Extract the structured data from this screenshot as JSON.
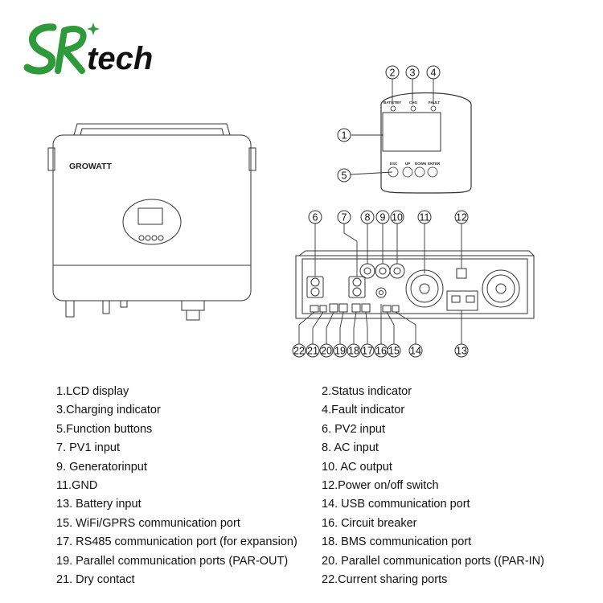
{
  "brand": {
    "logo_text": "SRtech",
    "product_brand": "GROWATT",
    "brand_color": "#2e9a3c"
  },
  "panel_labels": {
    "bat_status": "BAT/STBY",
    "chg": "CHG",
    "fault": "FAULT",
    "btn_esc": "ESC",
    "btn_up": "UP",
    "btn_down": "DOWN",
    "btn_enter": "ENTER"
  },
  "callouts": [
    {
      "n": "1"
    },
    {
      "n": "2"
    },
    {
      "n": "3"
    },
    {
      "n": "4"
    },
    {
      "n": "5"
    },
    {
      "n": "6"
    },
    {
      "n": "7"
    },
    {
      "n": "8"
    },
    {
      "n": "9"
    },
    {
      "n": "10"
    },
    {
      "n": "11"
    },
    {
      "n": "12"
    },
    {
      "n": "13"
    },
    {
      "n": "14"
    },
    {
      "n": "15"
    },
    {
      "n": "16"
    },
    {
      "n": "17"
    },
    {
      "n": "18"
    },
    {
      "n": "19"
    },
    {
      "n": "20"
    },
    {
      "n": "21"
    },
    {
      "n": "22"
    }
  ],
  "legend": {
    "left": [
      "1.LCD display",
      "3.Charging indicator",
      "5.Function buttons",
      "7. PV1 input",
      "9. Generatorinput",
      "11.GND",
      "13. Battery input",
      "15. WiFi/GPRS communication port",
      "17. RS485 communication port (for expansion)",
      "19. Parallel communication ports (PAR-OUT)",
      "21. Dry contact"
    ],
    "right": [
      "2.Status indicator",
      "4.Fault indicator",
      "6. PV2 input",
      "8. AC input",
      "10. AC output",
      "12.Power on/off switch",
      "14. USB communication port",
      "16. Circuit breaker",
      "18. BMS communication port",
      "20. Parallel communication ports ((PAR-IN)",
      "22.Current sharing ports"
    ]
  }
}
